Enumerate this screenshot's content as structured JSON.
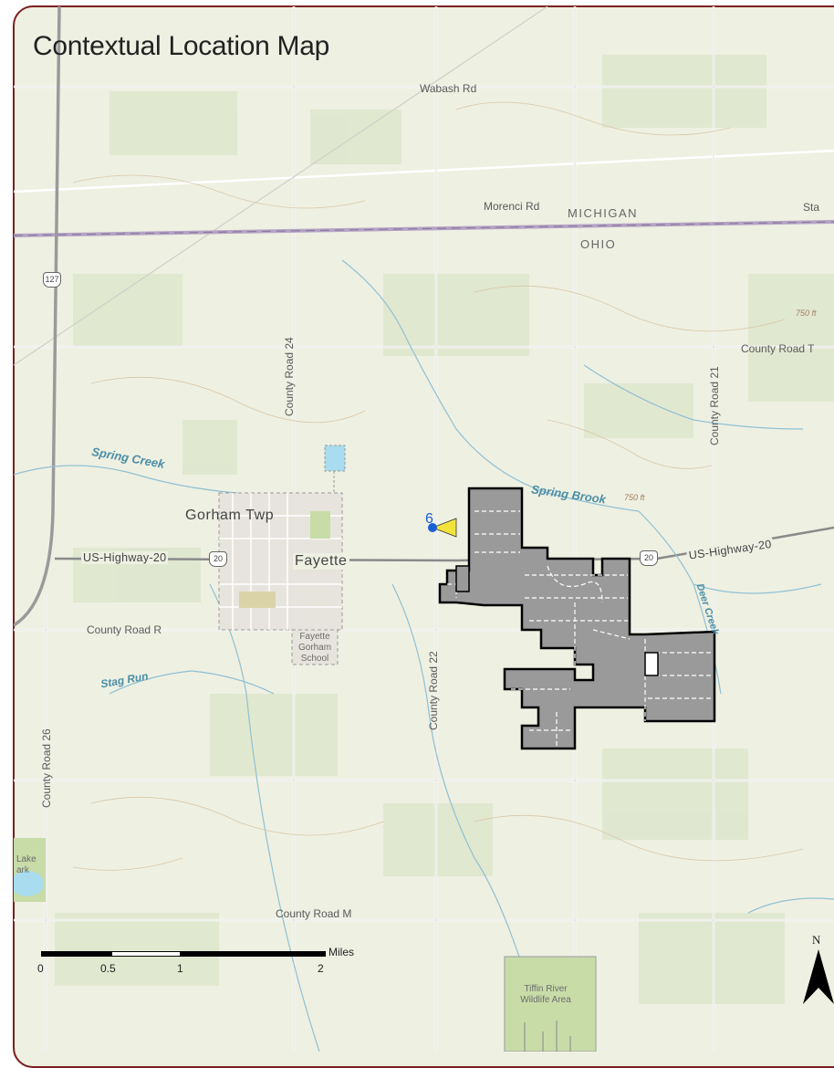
{
  "title": "Contextual Location Map",
  "labels": {
    "wabash_rd": "Wabash Rd",
    "morenci_rd": "Morenci Rd",
    "michigan": "MICHIGAN",
    "ohio": "OHIO",
    "state_partial": "Sta",
    "county_road_t": "County Road T",
    "county_road_24": "County Road 24",
    "county_road_21": "County Road 21",
    "county_road_22": "County Road 22",
    "county_road_26": "County Road 26",
    "county_road_r": "County Road R",
    "county_road_m": "County Road M",
    "spring_creek": "Spring Creek",
    "spring_brook": "Spring Brook",
    "stag_run": "Stag Run",
    "deer_creek": "Deer Creek",
    "gorham_twp": "Gorham Twp",
    "fayette": "Fayette",
    "us_highway_20_west": "US-Highway-20",
    "us_highway_20_east": "US-Highway-20",
    "fayette_gorham_school": "Fayette Gorham School",
    "tiffin_river": "Tiffin River Wildlife Area",
    "lake_park": "Lake ark",
    "elev_750_a": "750 ft",
    "elev_750_b": "750 ft"
  },
  "shields": {
    "us127": "127",
    "us20_west": "20",
    "us20_east": "20"
  },
  "viewpoint": {
    "number": "6",
    "marker_color": "#1a5fd6",
    "cone_color": "#f2e33a"
  },
  "scale_bar": {
    "ticks": [
      "0",
      "0.5",
      "1",
      "2"
    ],
    "unit": "Miles"
  },
  "north_arrow": {
    "label": "N"
  },
  "colors": {
    "frame": "#7a1f1f",
    "project_fill": "#9a9a9a",
    "project_outline": "#000000",
    "water_text": "#4b8ea6",
    "state_line": "#b4a3c4"
  }
}
